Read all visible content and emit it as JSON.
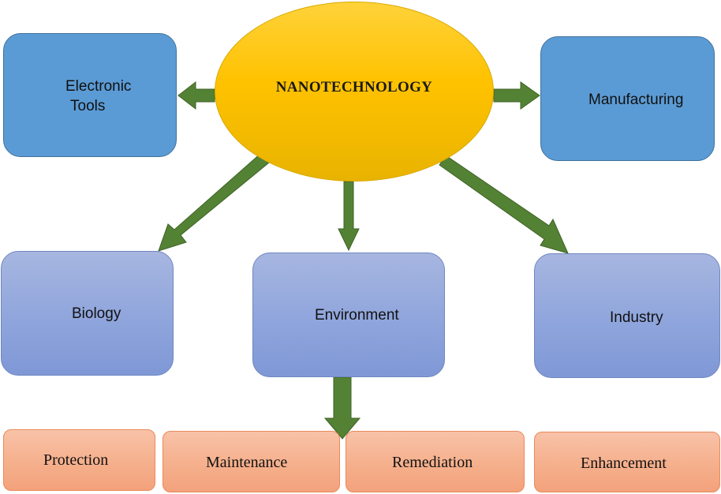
{
  "center": {
    "label": "NANOTECHNOLOGY"
  },
  "top_boxes": {
    "electronic_tools": {
      "line1": "Electronic",
      "line2": "Tools"
    },
    "manufacturing": {
      "label": "Manufacturing"
    }
  },
  "middle_boxes": {
    "biology": {
      "label": "Biology"
    },
    "environment": {
      "label": "Environment"
    },
    "industry": {
      "label": "Industry"
    }
  },
  "bottom_boxes": {
    "protection": {
      "label": "Protection"
    },
    "maintenance": {
      "label": "Maintenance"
    },
    "remediation": {
      "label": "Remediation"
    },
    "enhancement": {
      "label": "Enhancement"
    }
  },
  "colors": {
    "center_fill": "#ffc000",
    "top_box_fill": "#5b9bd5",
    "middle_box_fill": "#8ea4db",
    "bottom_box_fill": "#f4b08f",
    "arrow_fill": "#548235"
  }
}
